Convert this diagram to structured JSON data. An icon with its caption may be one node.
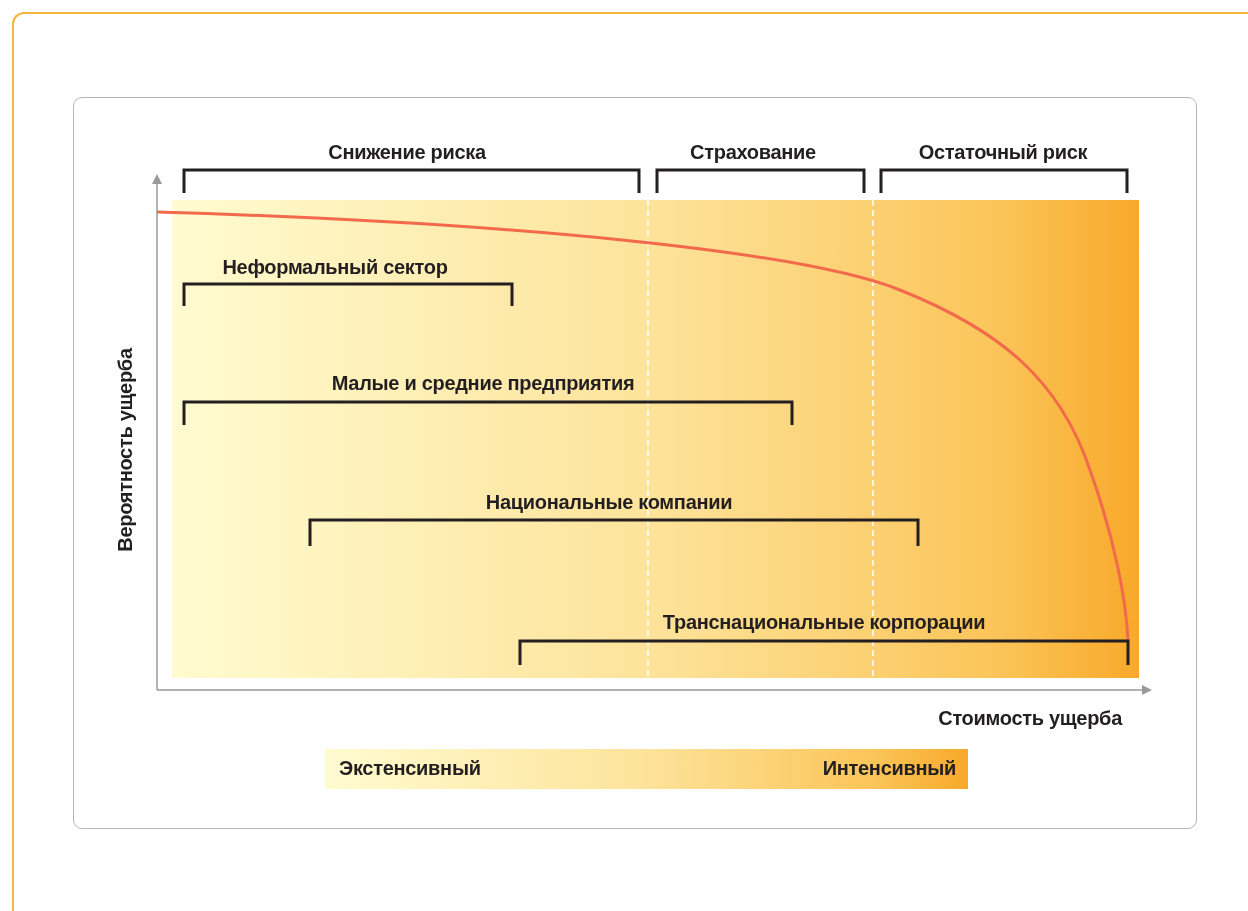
{
  "diagram": {
    "labels": [
      "Снижение риска",
      "Страхование",
      "Остаточный риск",
      "Неформальный сектор",
      "Малые и средние предприятия",
      "Национальные компании",
      "Транснациональные корпорации",
      "Вероятность ущерба",
      "Стоимость ущерба",
      "Экстенсивный",
      "Интенсивный"
    ]
  }
}
